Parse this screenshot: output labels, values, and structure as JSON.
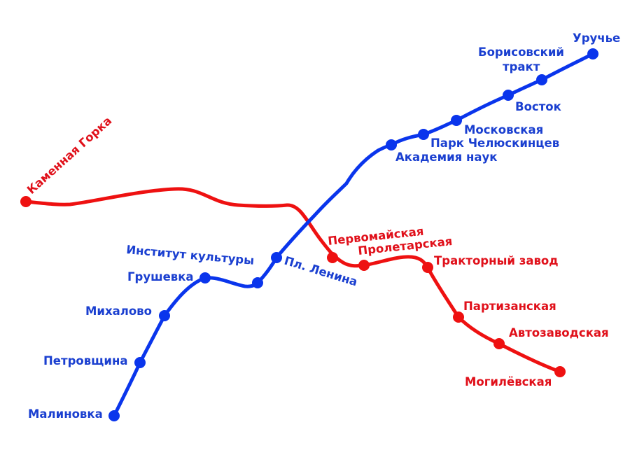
{
  "colors": {
    "blue_line": "#0a35ec",
    "red_line": "#ee1111",
    "blue_text": "#1a3fd0",
    "red_text": "#e0101a",
    "background": "#ffffff"
  },
  "lines": [
    {
      "name": "blue-line",
      "color": "#0a35ec"
    },
    {
      "name": "red-line",
      "color": "#ee1111"
    }
  ],
  "stations": {
    "uruchye": "Уручье",
    "borisovsky_1": "Борисовский",
    "borisovsky_2": "тракт",
    "vostok": "Восток",
    "moskovskaya": "Московская",
    "park": "Парк Челюскинцев",
    "akademiya": "Академия наук",
    "pl_lenina": "Пл. Ленина",
    "institut": "Институт культуры",
    "grushevka": "Грушевка",
    "mikhalovo": "Михалово",
    "petrovshchina": "Петровщина",
    "malinovka": "Малиновка",
    "kamennaya": "Каменная Горка",
    "pervomayskaya": "Первомайская",
    "proletarskaya": "Пролетарская",
    "traktorny": "Тракторный завод",
    "partizanskaya": "Партизанская",
    "avtozavodskaya": "Автозаводская",
    "mogilevskaya": "Могилёвская"
  }
}
